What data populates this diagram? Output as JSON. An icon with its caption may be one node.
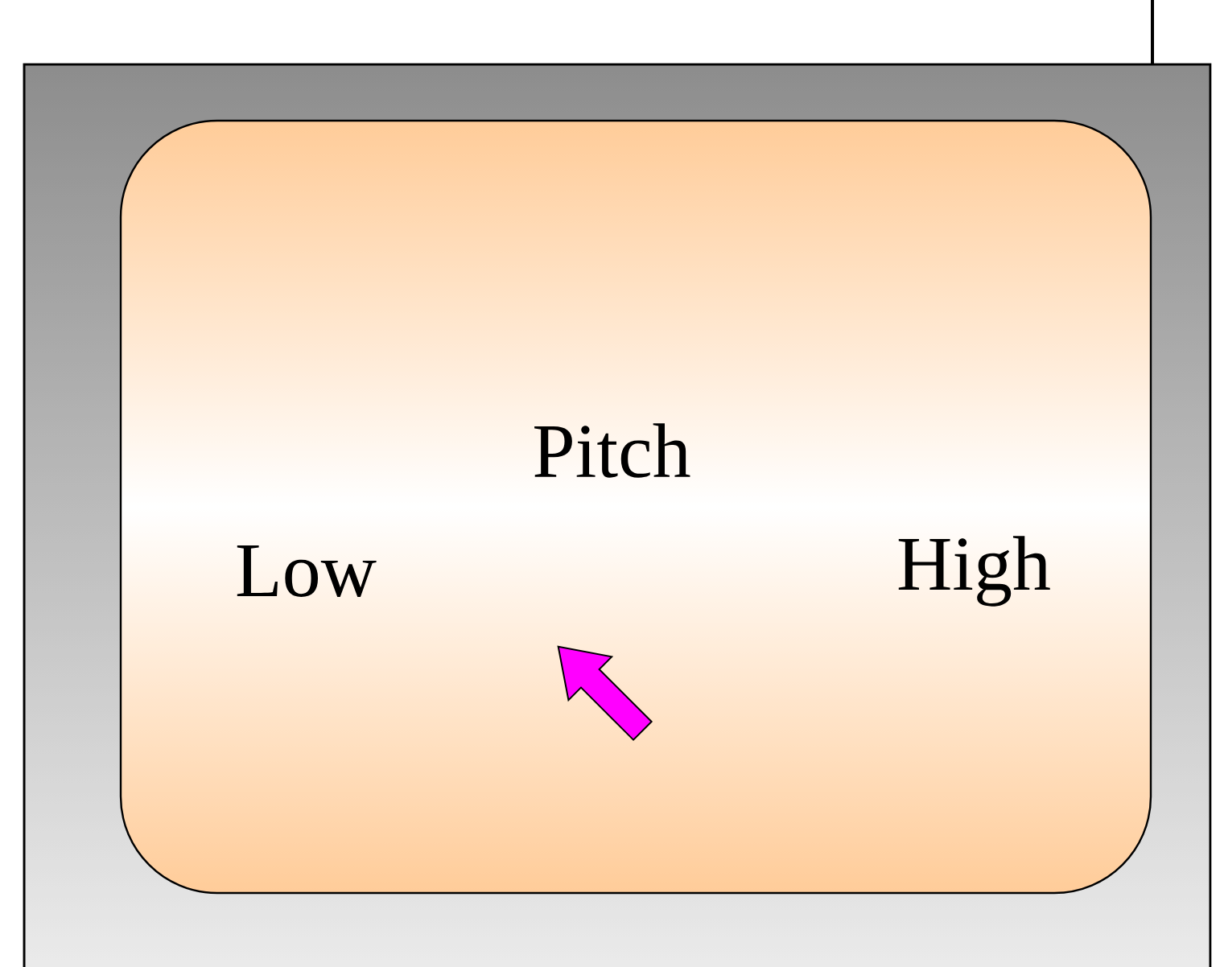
{
  "diagram": {
    "nodes": [
      {
        "text": [
          "Pitch",
          "Low",
          "High"
        ]
      }
    ]
  }
}
